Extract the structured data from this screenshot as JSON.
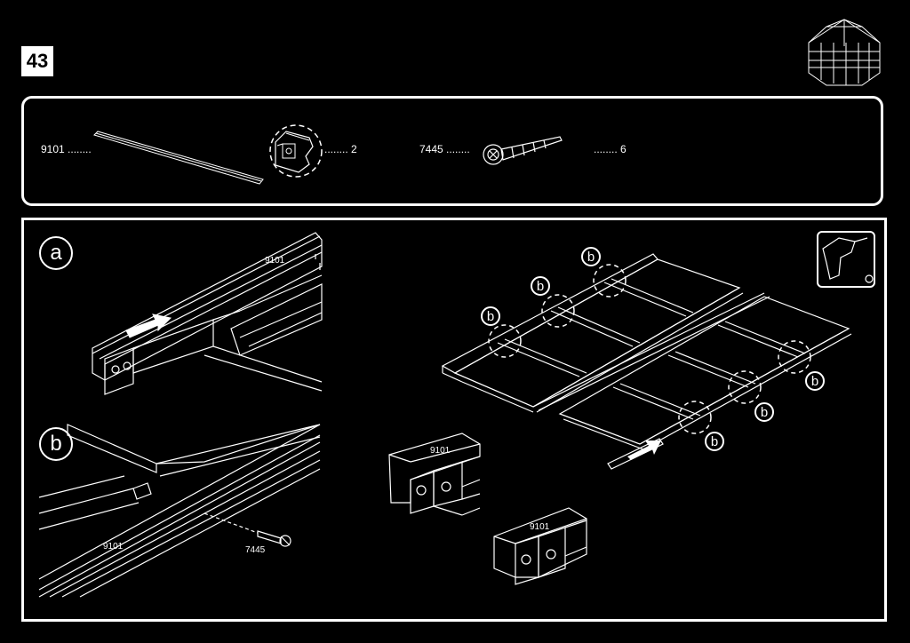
{
  "step": {
    "number": "43"
  },
  "parts": [
    {
      "code": "9101",
      "qty": "2"
    },
    {
      "code": "7445",
      "qty": "6"
    }
  ],
  "panel_a": {
    "label": "a",
    "part_code": "9101"
  },
  "panel_b": {
    "label": "b",
    "rail_code": "9101",
    "screw_code": "7445"
  },
  "main_view": {
    "callout_label": "b",
    "detail_top_code": "9101",
    "detail_bottom_code": "9101"
  },
  "dots": "........"
}
